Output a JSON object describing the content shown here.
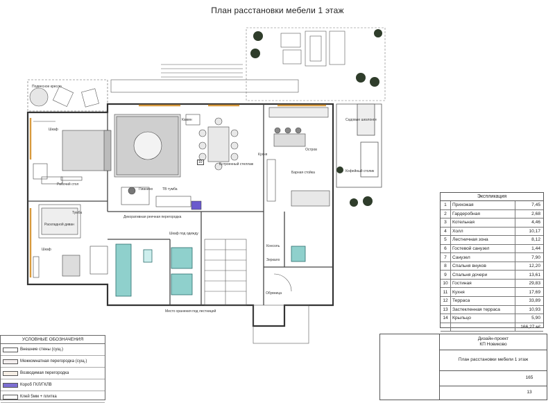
{
  "title": "План расстановки мебели 1 этаж",
  "explication": {
    "header": "Экспликация",
    "rows": [
      {
        "n": "1",
        "name": "Прихожая",
        "area": "7,45"
      },
      {
        "n": "2",
        "name": "Гардеробная",
        "area": "2,68"
      },
      {
        "n": "3",
        "name": "Котельная",
        "area": "4,46"
      },
      {
        "n": "4",
        "name": "Холл",
        "area": "10,17"
      },
      {
        "n": "5",
        "name": "Лестничная зона",
        "area": "8,12"
      },
      {
        "n": "6",
        "name": "Гостевой санузел",
        "area": "1,44"
      },
      {
        "n": "7",
        "name": "Санузел",
        "area": "7,90"
      },
      {
        "n": "8",
        "name": "Спальня внуков",
        "area": "12,20"
      },
      {
        "n": "9",
        "name": "Спальня дочери",
        "area": "13,61"
      },
      {
        "n": "10",
        "name": "Гостиная",
        "area": "29,83"
      },
      {
        "n": "11",
        "name": "Кухня",
        "area": "17,69"
      },
      {
        "n": "12",
        "name": "Терраса",
        "area": "33,89"
      },
      {
        "n": "13",
        "name": "Застекленная терраса",
        "area": "10,93"
      },
      {
        "n": "14",
        "name": "Крыльцо",
        "area": "5,90"
      }
    ],
    "total": "166,27 м²"
  },
  "legend": {
    "title": "УСЛОВНЫЕ ОБОЗНАЧЕНИЯ",
    "items": [
      {
        "label": "Внешние стены (сущ.)",
        "color": "#ffffff"
      },
      {
        "label": "Межкомнатная перегородка (сущ.)",
        "color": "#f3eeee"
      },
      {
        "label": "Возводимая перегородка",
        "color": "#f6efe6"
      },
      {
        "label": "Короб ГКЛ/ГКЛВ",
        "color": "#7d6fd3"
      },
      {
        "label": "Клей 5мм + плитка",
        "color": "#ffffff"
      }
    ]
  },
  "stamp": {
    "project": "Дизайн-проект\nКП Новиково",
    "sheet": "План расстановки мебели 1 этаж",
    "num1": "165",
    "num2": "13"
  },
  "labels": {
    "armchair": "Подвесное кресло",
    "shkaf1": "Шкаф",
    "shkaf2": "Шкаф",
    "work_desk": "Рабочий стол",
    "tumba": "Тумба",
    "sofa_bed": "Раскладной диван",
    "piano": "Пианино",
    "tv": "ТВ тумба",
    "kamin": "Камин",
    "built_shelf": "Встроенный стеллаж",
    "decor_partition": "Декоративная реечная перегородка",
    "closet_clothes": "Шкаф под одежду",
    "storage": "Место хранения под лестницей",
    "console": "Консоль",
    "mirror": "Зеркало",
    "obuvnitsa": "Обувница",
    "bar": "Барная стойка",
    "kuhnya": "Кухня",
    "coffee": "Кофейный столик",
    "ostrov": "Остров",
    "lounge": "Садовые шезлонги",
    "room_no": "10"
  }
}
